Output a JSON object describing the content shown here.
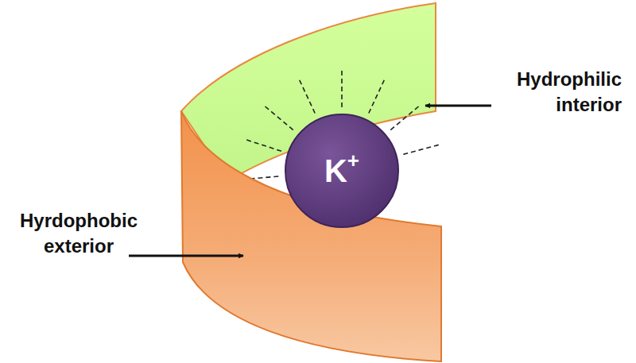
{
  "diagram": {
    "nodes": [
      {
        "text": [
          "K+"
        ]
      }
    ],
    "labels": [
      "Hydrophilic interior",
      "Hyrdophobic exterior"
    ]
  }
}
